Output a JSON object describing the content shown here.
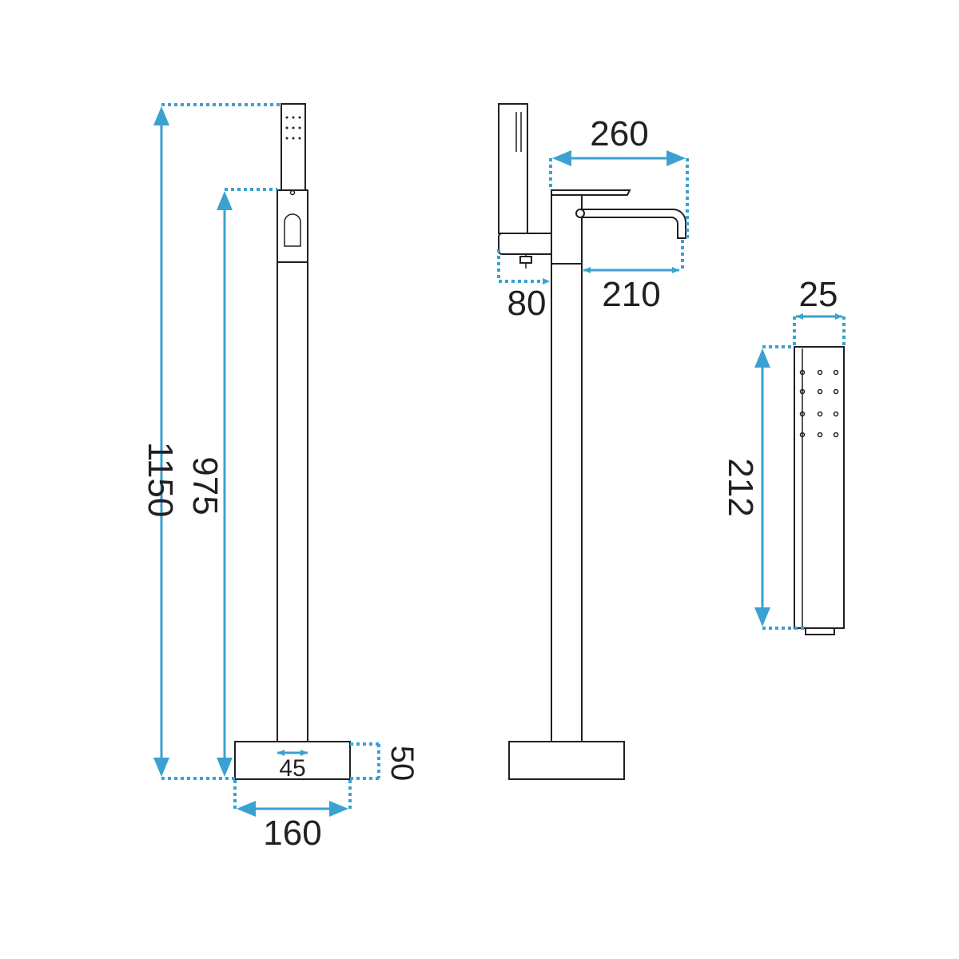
{
  "dimensions": {
    "overall_height": "1150",
    "outlet_height": "975",
    "base_depth": "160",
    "base_height": "50",
    "column_diameter": "45",
    "spout_reach": "260",
    "spout_projection": "210",
    "diverter_offset": "80",
    "handset_width": "25",
    "handset_length": "212"
  },
  "colors": {
    "outline": "#231f20",
    "dimension": "#3aa1d1"
  }
}
